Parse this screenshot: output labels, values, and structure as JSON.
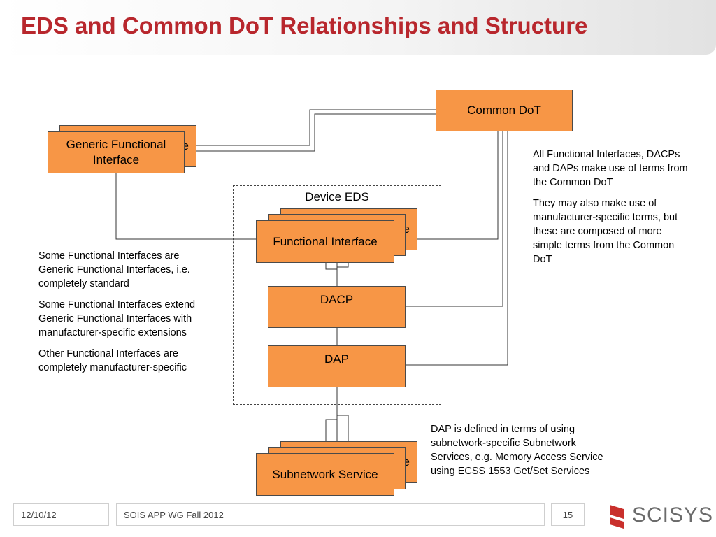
{
  "title": "EDS and Common DoT Relationships and Structure",
  "diagram": {
    "common_dot": "Common DoT",
    "generic_fi": "Generic Functional Interface",
    "generic_fi_back": "e",
    "device_eds": "Device EDS",
    "functional_interface": "Functional Interface",
    "functional_interface_back": "e",
    "dacp": "DACP",
    "dap": "DAP",
    "subnetwork_service": "Subnetwork Service",
    "subnetwork_service_back": "e"
  },
  "notes": {
    "left": [
      "Some Functional Interfaces are Generic Functional Interfaces, i.e. completely standard",
      "Some Functional Interfaces extend Generic Functional Interfaces with manufacturer-specific extensions",
      "Other Functional Interfaces are completely manufacturer-specific"
    ],
    "right": [
      "All Functional Interfaces, DACPs and DAPs make use of terms from the Common DoT",
      "They may also make use of manufacturer-specific terms, but these are composed of more simple terms from the Common DoT"
    ],
    "bottom": "DAP is defined in terms of using subnetwork-specific Subnetwork Services, e.g. Memory Access Service using ECSS 1553 Get/Set Services"
  },
  "footer": {
    "date": "12/10/12",
    "event": "SOIS APP WG Fall 2012",
    "page": "15",
    "logo": "SCISYS"
  },
  "colors": {
    "title": "#b8272d",
    "box_fill": "#f79646",
    "logo_red": "#c9302c"
  }
}
